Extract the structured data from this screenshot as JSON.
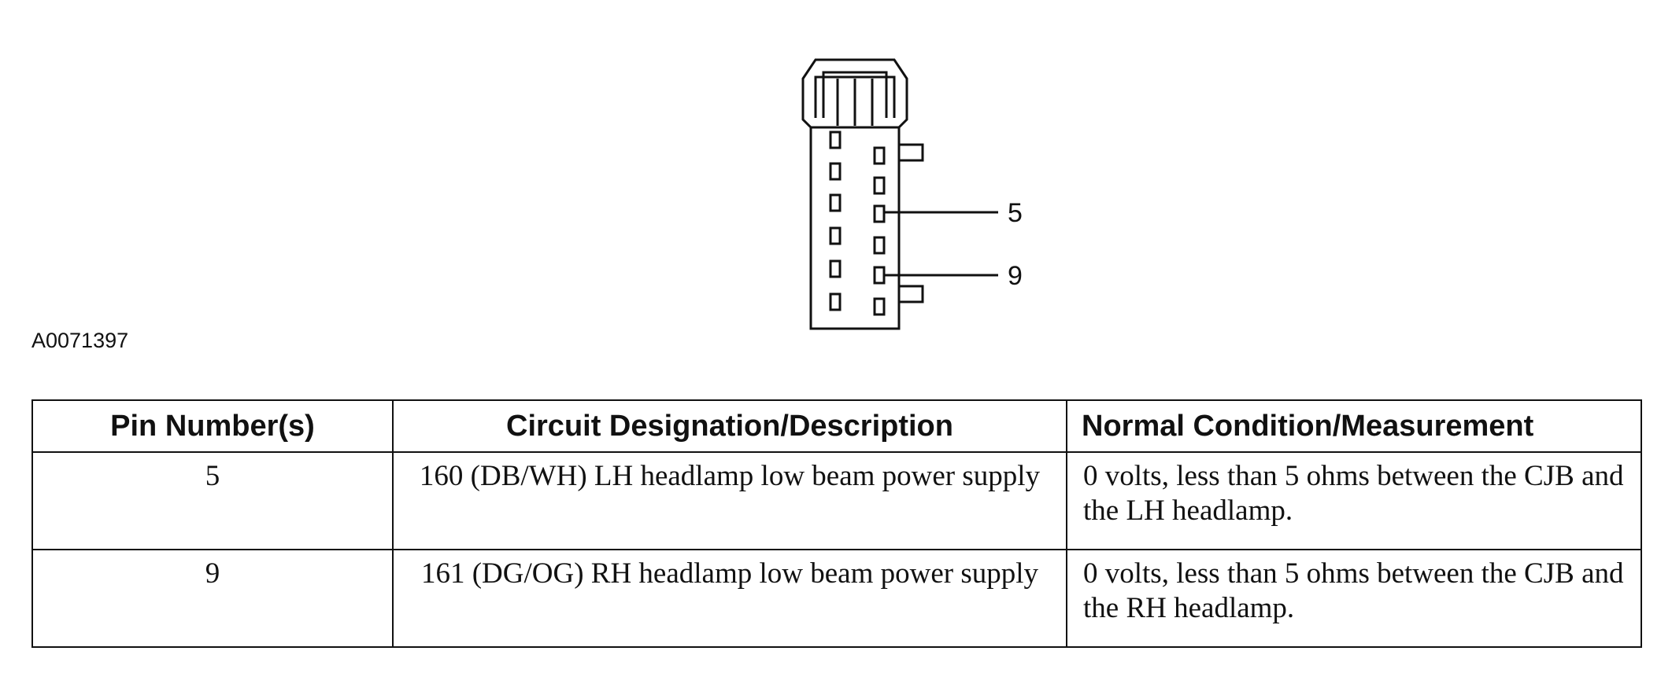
{
  "figure": {
    "callouts": [
      "5",
      "9"
    ],
    "code": "A0071397"
  },
  "table": {
    "headers": [
      "Pin Number(s)",
      "Circuit Designation/Description",
      "Normal Condition/Measurement"
    ],
    "rows": [
      [
        "5",
        "160 (DB/WH) LH headlamp low beam power supply",
        "0 volts, less than 5 ohms between the CJB and the LH headlamp."
      ],
      [
        "9",
        "161 (DG/OG) RH headlamp low beam power supply",
        "0 volts, less than 5 ohms between the CJB and the RH headlamp."
      ]
    ]
  }
}
